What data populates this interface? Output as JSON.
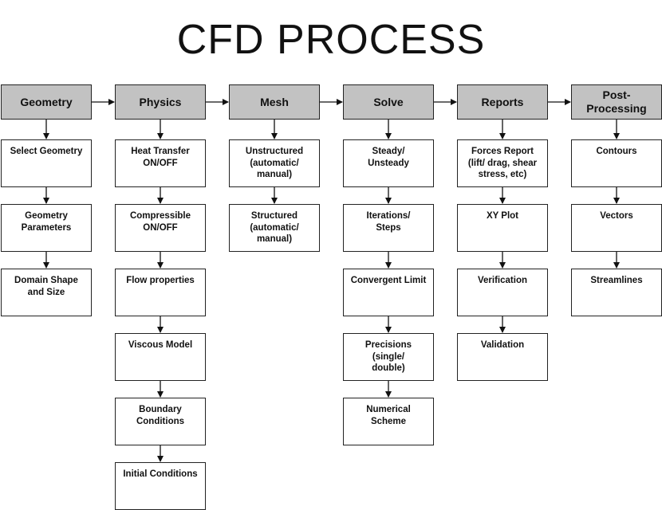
{
  "title": "CFD PROCESS",
  "columns": [
    {
      "header": "Geometry",
      "steps": [
        "Select Geometry",
        "Geometry\nParameters",
        "Domain Shape\nand Size"
      ]
    },
    {
      "header": "Physics",
      "steps": [
        "Heat Transfer\nON/OFF",
        "Compressible\nON/OFF",
        "Flow properties",
        "Viscous Model",
        "Boundary\nConditions",
        "Initial Conditions"
      ]
    },
    {
      "header": "Mesh",
      "steps": [
        "Unstructured\n(automatic/\nmanual)",
        "Structured\n(automatic/\nmanual)"
      ]
    },
    {
      "header": "Solve",
      "steps": [
        "Steady/\nUnsteady",
        "Iterations/\nSteps",
        "Convergent Limit",
        "Precisions\n(single/\ndouble)",
        "Numerical\nScheme"
      ]
    },
    {
      "header": "Reports",
      "steps": [
        "Forces Report\n(lift/ drag, shear\nstress, etc)",
        "XY Plot",
        "Verification",
        "Validation"
      ]
    },
    {
      "header": "Post-\nProcessing",
      "steps": [
        "Contours",
        "Vectors",
        "Streamlines"
      ]
    }
  ]
}
